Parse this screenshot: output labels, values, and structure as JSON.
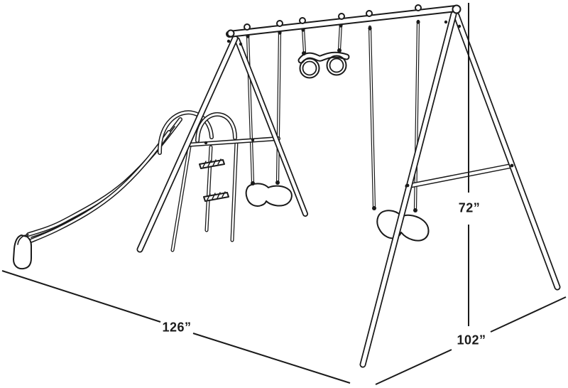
{
  "figure": {
    "subject": "a-frame-swing-set-line-drawing",
    "components": [
      "slide",
      "ladder",
      "trapeze-rings",
      "left-swing",
      "right-swing",
      "a-frame",
      "top-beam"
    ]
  },
  "colors": {
    "line": "#1a1a1a",
    "background": "#ffffff"
  },
  "dimensions": {
    "height": {
      "label": "72”"
    },
    "base_width": {
      "label": "126”"
    },
    "base_depth": {
      "label": "102”"
    }
  }
}
